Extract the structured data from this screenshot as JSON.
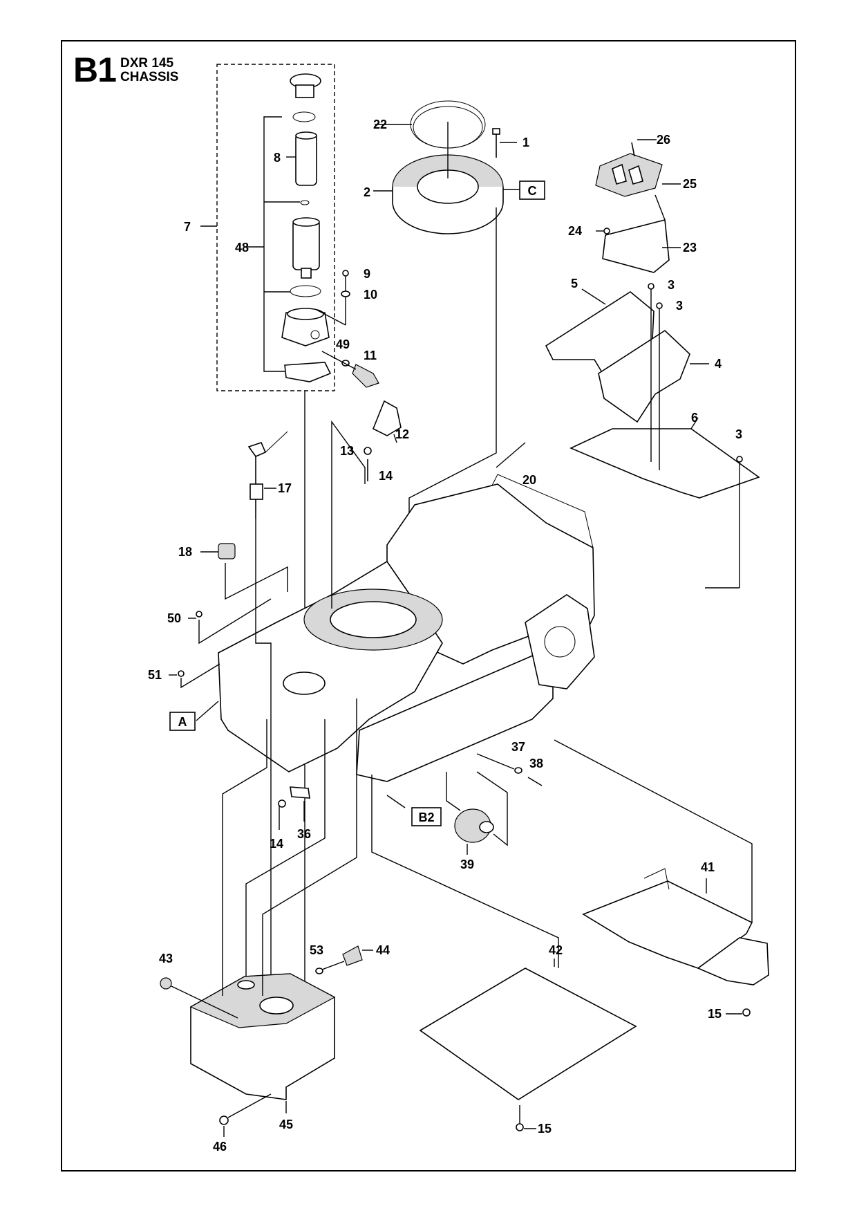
{
  "header": {
    "page_code": "B1",
    "model": "DXR 145",
    "section": "CHASSIS"
  },
  "callouts": {
    "c1": "1",
    "c2": "2",
    "c3a": "3",
    "c3b": "3",
    "c3c": "3",
    "c4": "4",
    "c5": "5",
    "c6": "6",
    "c7": "7",
    "c8": "8",
    "c9": "9",
    "c10": "10",
    "c11": "11",
    "c12": "12",
    "c13": "13",
    "c14a": "14",
    "c14b": "14",
    "c15a": "15",
    "c15b": "15",
    "c17": "17",
    "c18": "18",
    "c20": "20",
    "c22": "22",
    "c23": "23",
    "c24": "24",
    "c25": "25",
    "c26": "26",
    "c36": "36",
    "c37": "37",
    "c38": "38",
    "c39": "39",
    "c41": "41",
    "c42": "42",
    "c43": "43",
    "c44": "44",
    "c45": "45",
    "c46": "46",
    "c48": "48",
    "c49": "49",
    "c50": "50",
    "c51": "51",
    "c53": "53"
  },
  "references": {
    "ref_a": "A",
    "ref_b2": "B2",
    "ref_c": "C"
  }
}
